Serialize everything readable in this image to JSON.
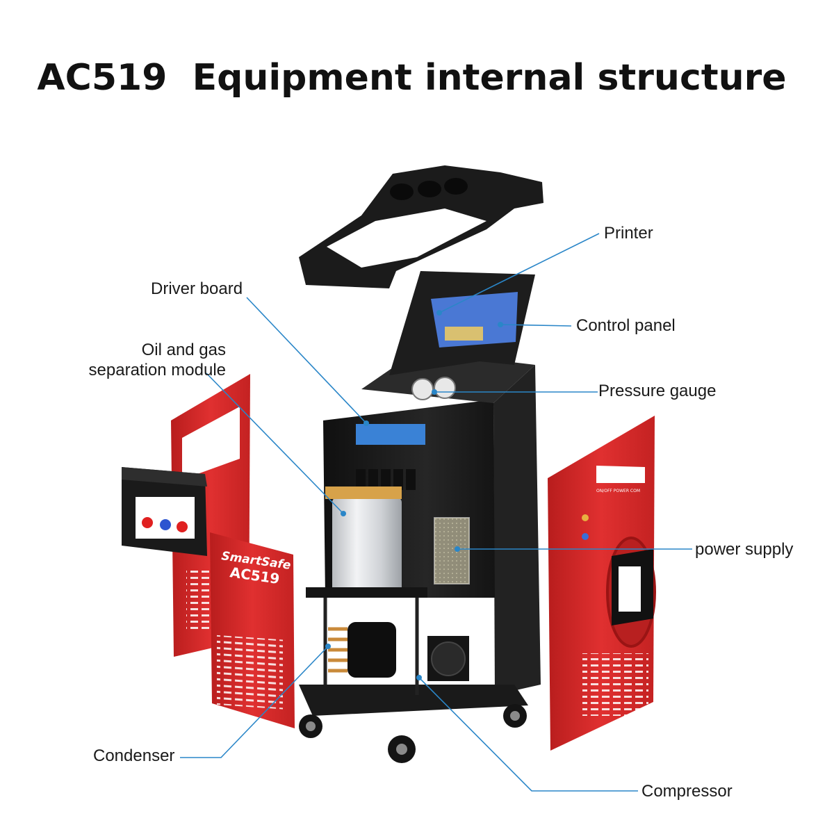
{
  "title": "AC519  Equipment internal structure",
  "brand": {
    "logo_text": "SmartSafe",
    "model": "AC519"
  },
  "panel_labels": {
    "power_row": "ON/OFF   POWER   COM"
  },
  "callouts": {
    "printer": "Printer",
    "driver_board": "Driver board",
    "control_panel": "Control panel",
    "oil_gas_line1": "Oil and gas",
    "oil_gas_line2": "separation module",
    "pressure_gauge": "Pressure gauge",
    "power_supply": "power supply",
    "condenser": "Condenser",
    "compressor": "Compressor"
  },
  "colors": {
    "panel_red": "#d92a2a",
    "cabinet_black": "#1c1c1c",
    "leader_line": "#2a86c8",
    "accent_blue": "#3a7ed8"
  }
}
